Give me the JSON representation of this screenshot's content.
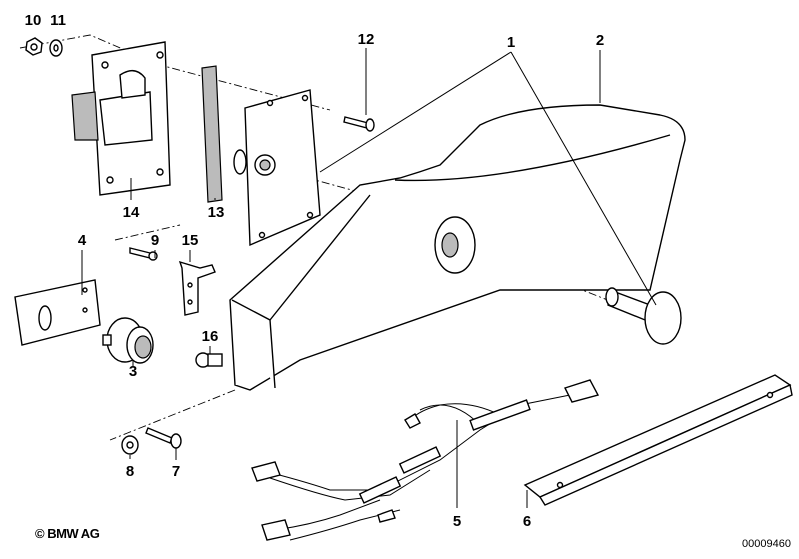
{
  "diagram": {
    "part_labels": {
      "p1": "1",
      "p2": "2",
      "p3": "3",
      "p4": "4",
      "p5": "5",
      "p6": "6",
      "p7": "7",
      "p8": "8",
      "p9": "9",
      "p10": "10",
      "p11": "11",
      "p12": "12",
      "p13": "13",
      "p14": "14",
      "p15": "15",
      "p16": "16"
    },
    "copyright": "© BMW AG",
    "image_code": "00009460"
  }
}
